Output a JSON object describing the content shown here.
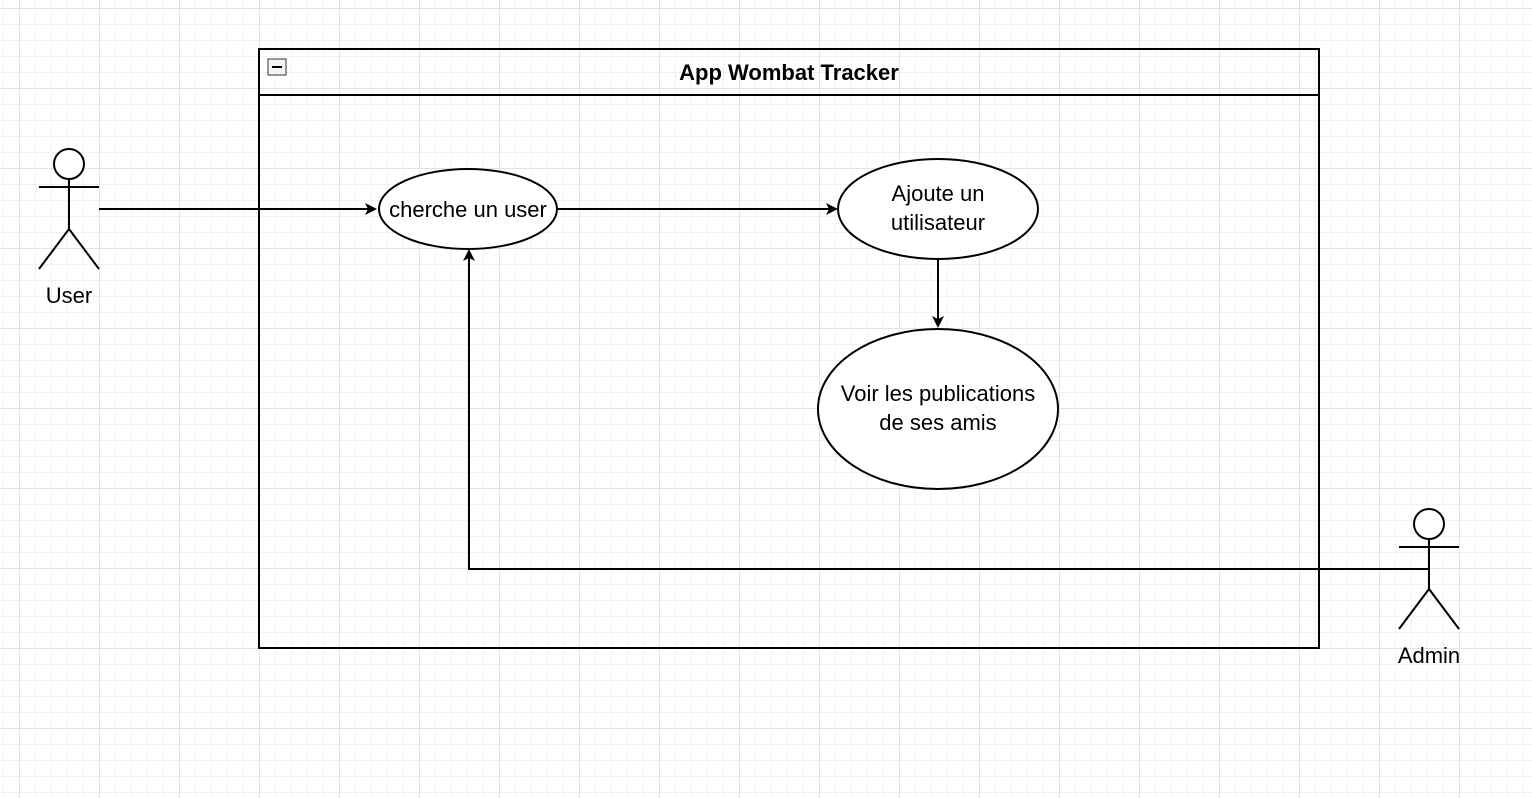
{
  "diagram": {
    "system": {
      "title": "App Wombat Tracker",
      "collapse_icon": "minus-square-icon"
    },
    "actors": {
      "user": {
        "label": "User"
      },
      "admin": {
        "label": "Admin"
      }
    },
    "use_cases": {
      "search_user": {
        "line1": "cherche un user"
      },
      "add_user": {
        "line1": "Ajoute un",
        "line2": "utilisateur"
      },
      "view_posts": {
        "line1": "Voir les publications",
        "line2": "de ses amis"
      }
    },
    "colors": {
      "stroke": "#000000",
      "fill": "#ffffff",
      "grid": "#e3e3e3"
    }
  }
}
